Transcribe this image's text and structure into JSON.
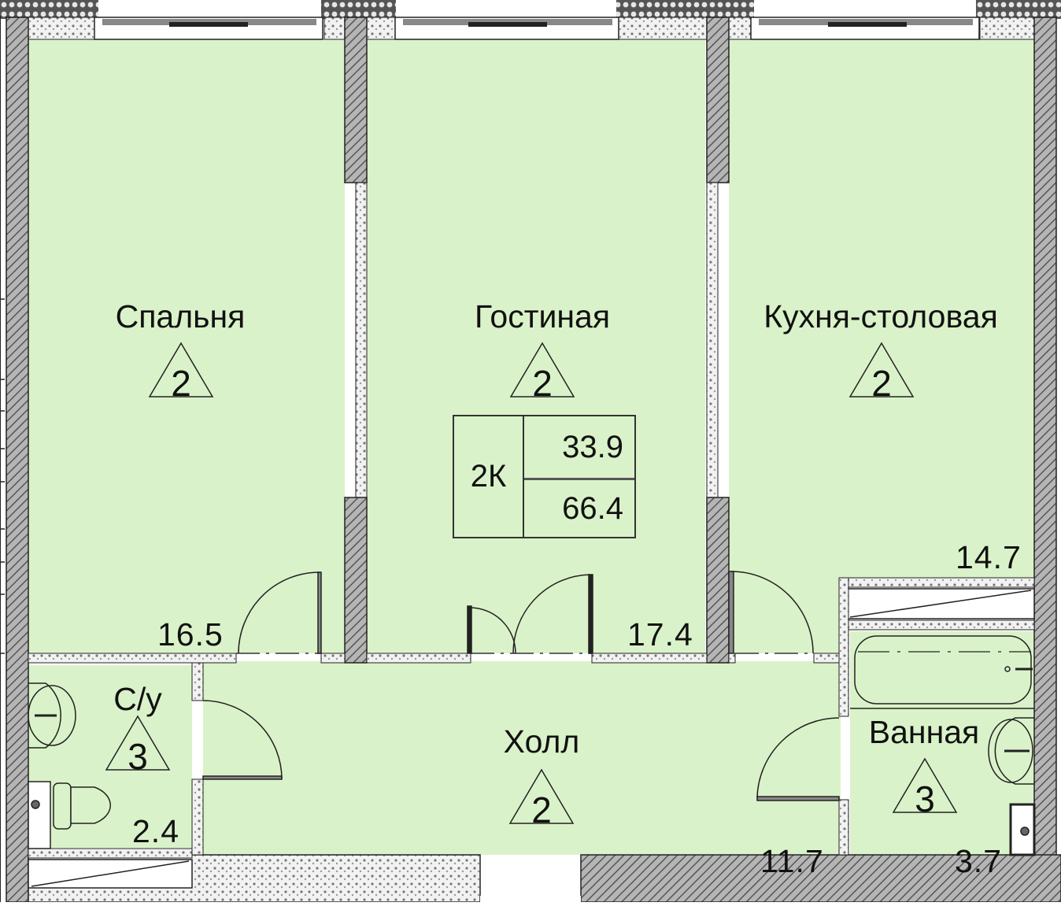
{
  "plan": {
    "floor_color": "#daf2c9",
    "wall_color": "#8a8a8a",
    "partition_color": "#ffffff",
    "apartment": {
      "type": "2К",
      "living_area": "33.9",
      "total_area": "66.4"
    },
    "rooms": [
      {
        "name": "Спальня",
        "finish_class": "2",
        "area": "16.5"
      },
      {
        "name": "Гостиная",
        "finish_class": "2",
        "area": "17.4"
      },
      {
        "name": "Кухня-столовая",
        "finish_class": "2",
        "area": "14.7"
      },
      {
        "name": "С/у",
        "finish_class": "3",
        "area": "2.4"
      },
      {
        "name": "Холл",
        "finish_class": "2",
        "area": "11.7"
      },
      {
        "name": "Ванная",
        "finish_class": "3",
        "area": "3.7"
      }
    ]
  }
}
